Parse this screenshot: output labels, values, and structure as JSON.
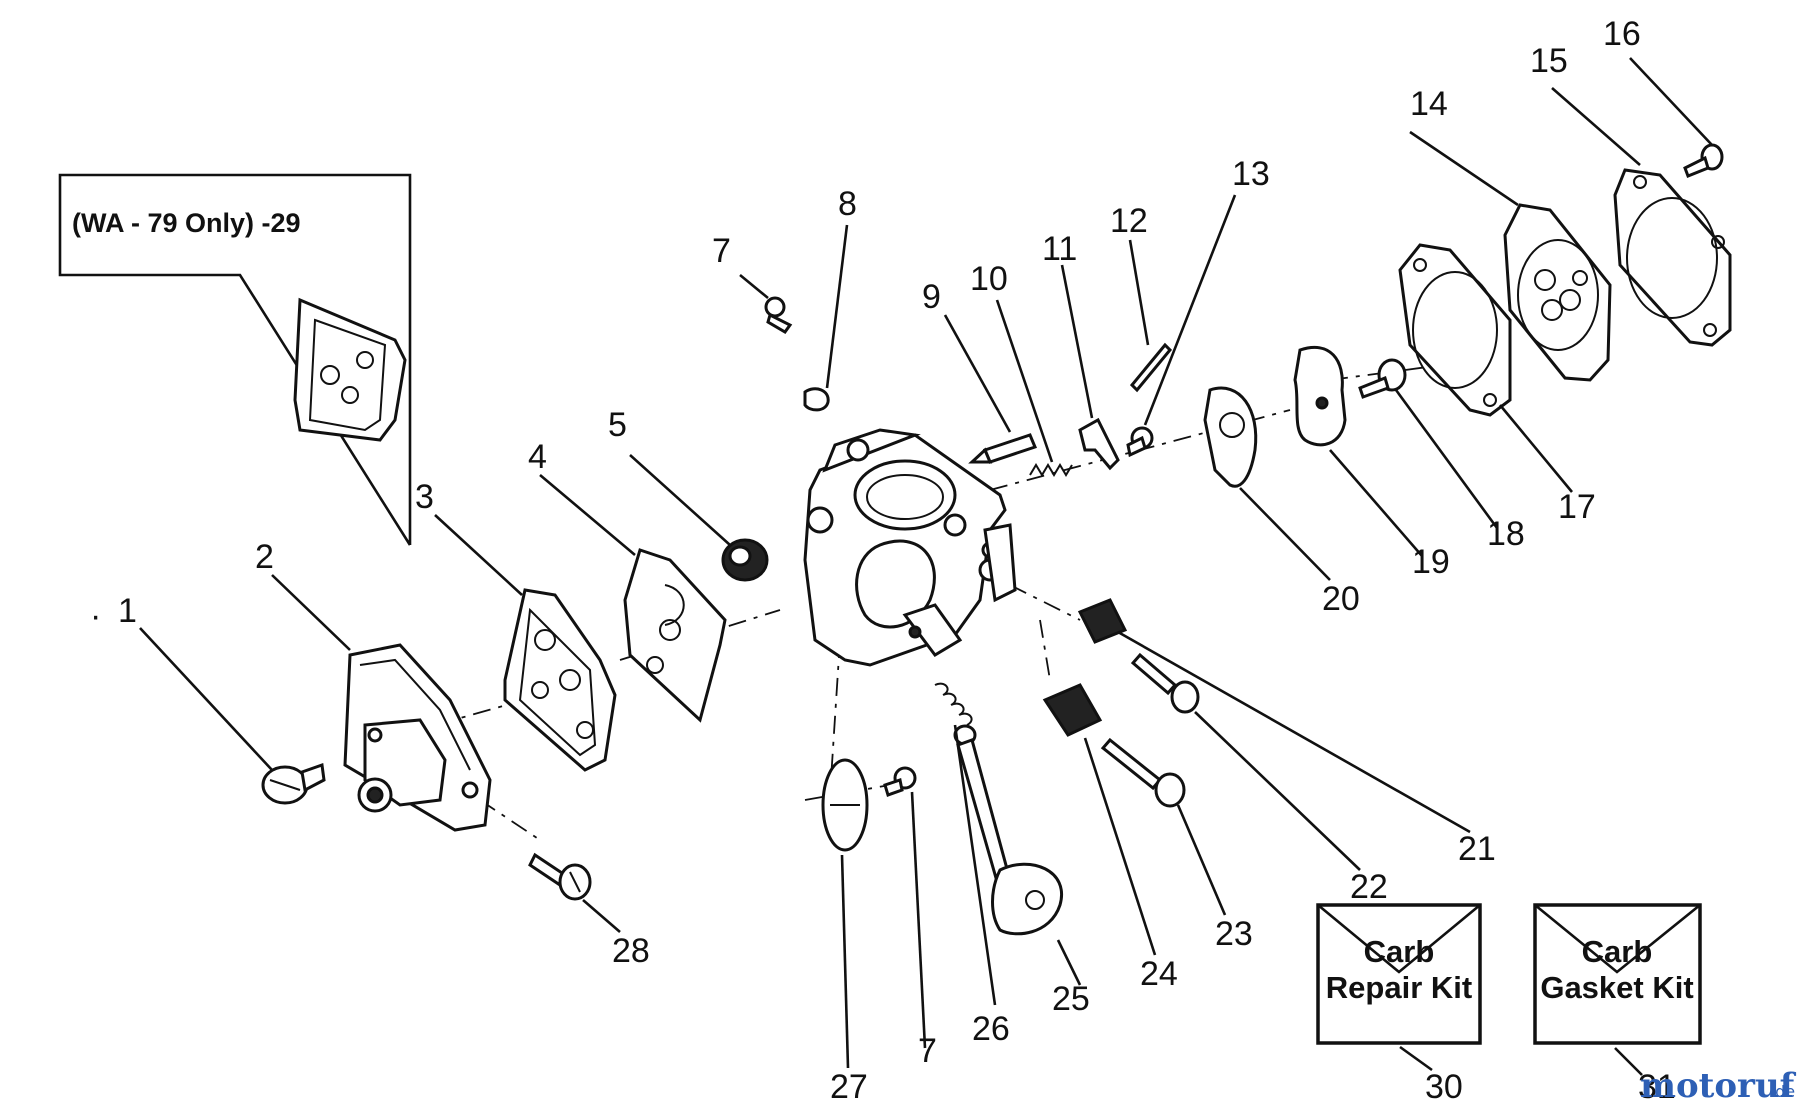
{
  "parts": [
    {
      "id": "part-1",
      "label": "1"
    },
    {
      "id": "part-2",
      "label": "2"
    },
    {
      "id": "part-3",
      "label": "3"
    },
    {
      "id": "part-4",
      "label": "4"
    },
    {
      "id": "part-5",
      "label": "5"
    },
    {
      "id": "part-7a",
      "label": "7"
    },
    {
      "id": "part-7b",
      "label": "7"
    },
    {
      "id": "part-8",
      "label": "8"
    },
    {
      "id": "part-9",
      "label": "9"
    },
    {
      "id": "part-10",
      "label": "10"
    },
    {
      "id": "part-11",
      "label": "11"
    },
    {
      "id": "part-12",
      "label": "12"
    },
    {
      "id": "part-13",
      "label": "13"
    },
    {
      "id": "part-14",
      "label": "14"
    },
    {
      "id": "part-15",
      "label": "15"
    },
    {
      "id": "part-16",
      "label": "16"
    },
    {
      "id": "part-17",
      "label": "17"
    },
    {
      "id": "part-18",
      "label": "18"
    },
    {
      "id": "part-19",
      "label": "19"
    },
    {
      "id": "part-20",
      "label": "20"
    },
    {
      "id": "part-21",
      "label": "21"
    },
    {
      "id": "part-22",
      "label": "22"
    },
    {
      "id": "part-23",
      "label": "23"
    },
    {
      "id": "part-24",
      "label": "24"
    },
    {
      "id": "part-25",
      "label": "25"
    },
    {
      "id": "part-26",
      "label": "26"
    },
    {
      "id": "part-27",
      "label": "27"
    },
    {
      "id": "part-28",
      "label": "28"
    },
    {
      "id": "part-30",
      "label": "30"
    },
    {
      "id": "part-31",
      "label": "31"
    }
  ],
  "note": {
    "text": "(WA - 79 Only) -29"
  },
  "kits": {
    "repair": {
      "line1": "Carb",
      "line2": "Repair Kit"
    },
    "gasket": {
      "line1": "Carb",
      "line2": "Gasket Kit"
    }
  },
  "watermark": {
    "brand": "motoruf",
    "suffix": ".de"
  }
}
